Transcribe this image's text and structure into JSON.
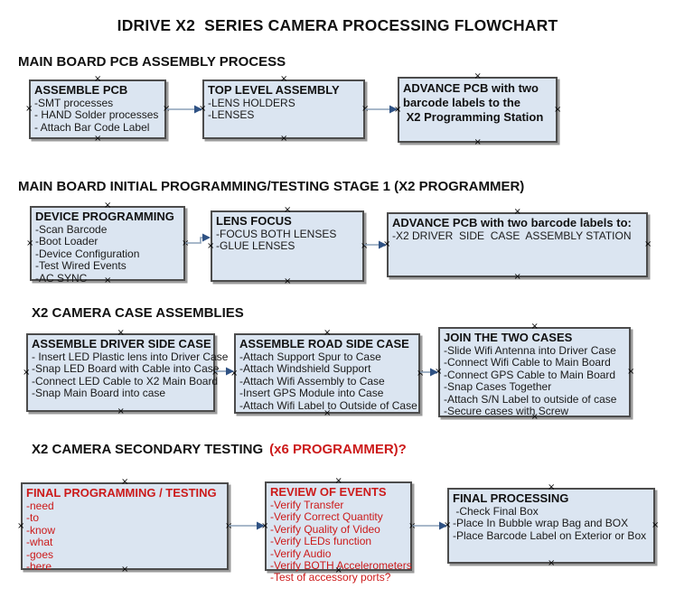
{
  "title": "IDRIVE X2  SERIES CAMERA PROCESSING FLOWCHART",
  "handle_glyph": "×",
  "colors": {
    "box_fill": "#dbe5f1",
    "box_border": "#4c4c4c",
    "shadow": "#9b9b9b",
    "arrow_line": "#8ba0b8",
    "arrow_head": "#2f5284",
    "red_text": "#cc1a1a"
  },
  "sections": [
    {
      "heading": "MAIN BOARD PCB ASSEMBLY PROCESS",
      "boxes": [
        {
          "title": "ASSEMBLE PCB",
          "lines": [
            "-SMT processes",
            "- HAND Solder processes",
            "- Attach Bar Code Label"
          ]
        },
        {
          "title": "TOP LEVEL ASSEMBLY",
          "lines": [
            "-LENS HOLDERS",
            "-LENSES"
          ]
        },
        {
          "title_lines": [
            "ADVANCE PCB with two",
            "barcode labels to the",
            " X2 Programming Station"
          ]
        }
      ]
    },
    {
      "heading": "MAIN BOARD INITIAL PROGRAMMING/TESTING STAGE 1 (X2 PROGRAMMER)",
      "boxes": [
        {
          "title": "DEVICE PROGRAMMING",
          "lines": [
            "-Scan Barcode",
            "-Boot Loader",
            "-Device Configuration",
            "-Test Wired Events",
            "-AC SYNC"
          ]
        },
        {
          "title": "LENS FOCUS",
          "lines": [
            "-FOCUS BOTH LENSES",
            "-GLUE LENSES"
          ]
        },
        {
          "title": "ADVANCE PCB with two barcode labels to:",
          "lines": [
            "-X2 DRIVER  SIDE  CASE  ASSEMBLY STATION"
          ]
        }
      ]
    },
    {
      "heading": "X2 CAMERA CASE ASSEMBLIES",
      "boxes": [
        {
          "title": "ASSEMBLE DRIVER SIDE CASE",
          "lines": [
            "- Insert LED Plastic lens into Driver Case",
            "-Snap LED Board with Cable into Case",
            "-Connect LED Cable to X2 Main Board",
            "-Snap Main Board into case"
          ]
        },
        {
          "title": "ASSEMBLE ROAD SIDE CASE",
          "lines": [
            "-Attach Support Spur to Case",
            "-Attach Windshield Support",
            "-Attach Wifi Assembly to Case",
            "-Insert GPS Module into Case",
            "-Attach Wifi Label to Outside of Case"
          ]
        },
        {
          "title": "JOIN THE TWO CASES",
          "lines": [
            "-Slide Wifi Antenna into Driver Case",
            "-Connect Wifi Cable to Main Board",
            "-Connect GPS Cable to Main Board",
            "-Snap Cases Together",
            "-Attach S/N Label to outside of case",
            "-Secure cases with Screw"
          ]
        }
      ]
    },
    {
      "heading": "X2 CAMERA SECONDARY TESTING",
      "heading_red": "(x6 PROGRAMMER)?",
      "boxes": [
        {
          "title": "FINAL PROGRAMMING / TESTING",
          "lines": [
            "-need",
            "-to",
            "-know",
            "-what",
            "-goes",
            "-here"
          ]
        },
        {
          "title": "REVIEW OF EVENTS",
          "lines": [
            "-Verify Transfer",
            "-Verify Correct Quantity",
            "-Verify Quality of Video",
            "-Verify LEDs function",
            "-Verify Audio",
            "-Verify BOTH Accelerometers",
            "-Test of accessory ports?"
          ]
        },
        {
          "title": "FINAL PROCESSING",
          "lines": [
            " -Check Final Box",
            "-Place In Bubble wrap Bag and BOX",
            "-Place Barcode Label on Exterior or Box"
          ]
        }
      ]
    }
  ]
}
